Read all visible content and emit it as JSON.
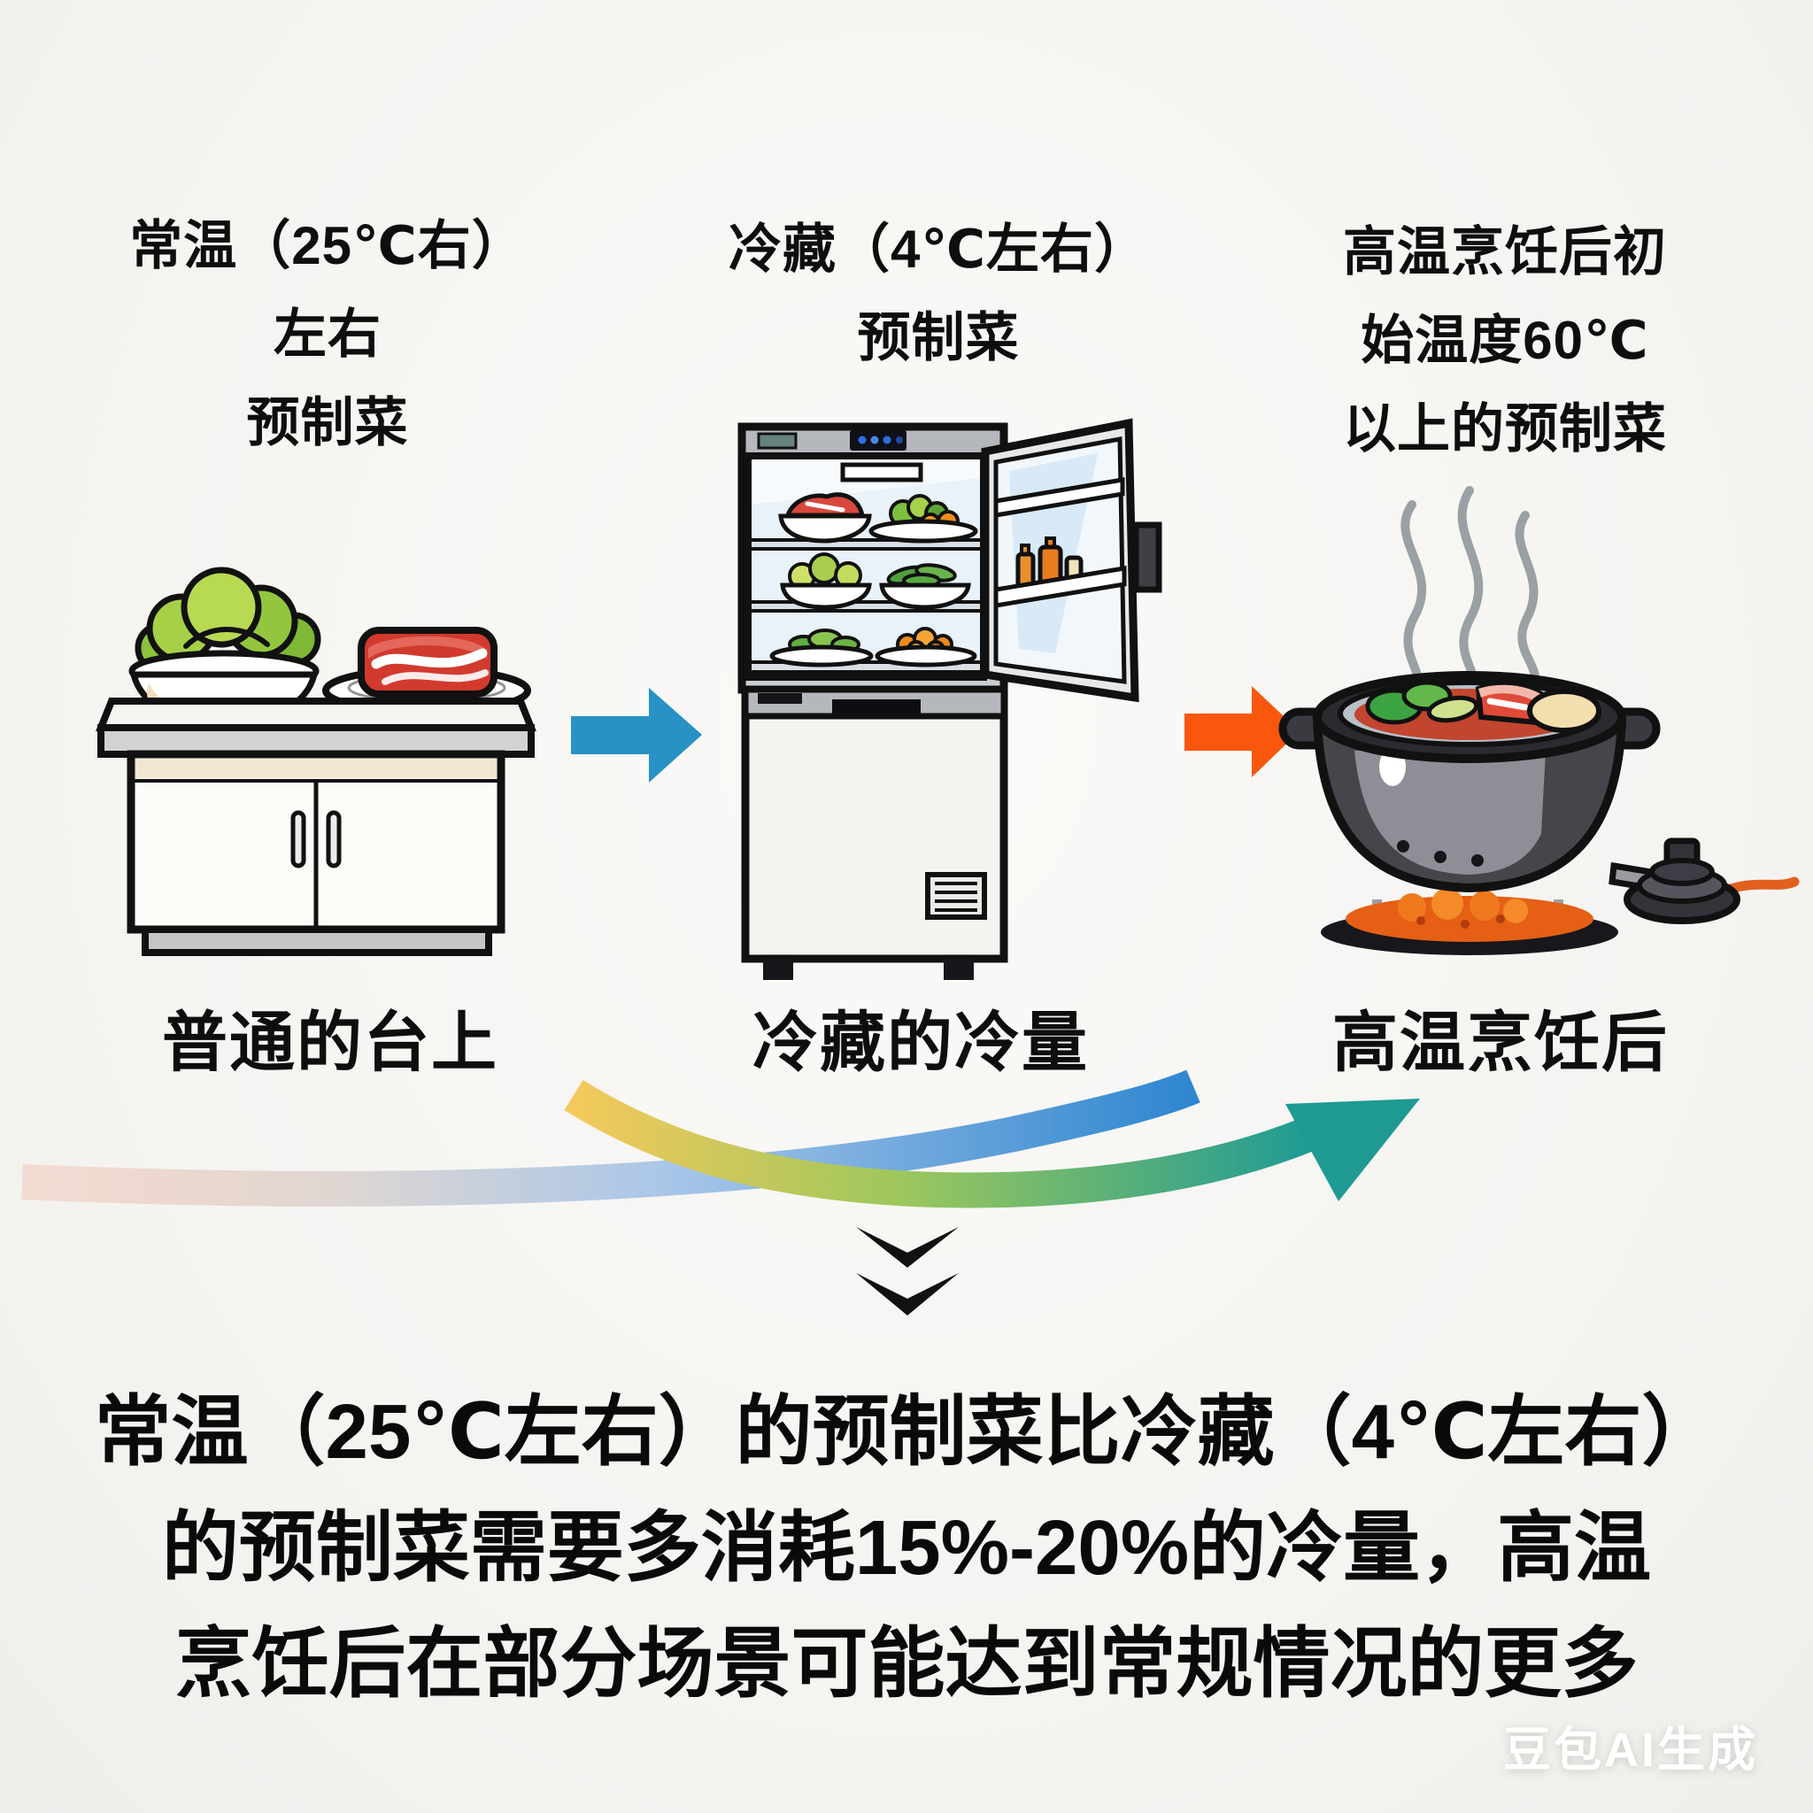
{
  "colors": {
    "background": "#f6f5f2",
    "text": "#111111",
    "arrow_blue": "#2792c3",
    "arrow_orange": "#f8570d",
    "ribbon_pink": "#f2c9ba",
    "ribbon_blue": "#2e86d0",
    "ribbon_yellow": "#f5c95c",
    "ribbon_green": "#8fc45c",
    "ribbon_teal": "#1f9b94",
    "chevron_black": "#111111"
  },
  "stages": [
    {
      "heading_lines": [
        "常温（25℃右）",
        "左右",
        "预制菜"
      ],
      "caption": "普通的台上",
      "illustration": "kitchen-counter-with-lettuce-bowl-and-meat-plate"
    },
    {
      "heading_lines": [
        "冷藏（4℃左右）",
        "预制菜"
      ],
      "caption": "冷藏的冷量",
      "illustration": "open-refrigerator-with-prepared-dishes"
    },
    {
      "heading_lines": [
        "高温烹饪后初",
        "始温度60℃",
        "以上的预制菜"
      ],
      "caption": "高温烹饪后",
      "illustration": "steaming-pot-on-flame-with-gas-burner"
    }
  ],
  "icons": {
    "step_arrow_1": "right-arrow",
    "step_arrow_2": "right-arrow",
    "flow_arrow": "gradient-curved-arrow",
    "more_indicator": "double-chevron-down"
  },
  "conclusion_lines": [
    "常温（25℃左右）的预制菜比冷藏（4℃左右）",
    "的预制菜需要多消耗15%-20%的冷量，高温",
    "烹饪后在部分场景可能达到常规情况的更多"
  ],
  "watermark": "豆包AI生成"
}
